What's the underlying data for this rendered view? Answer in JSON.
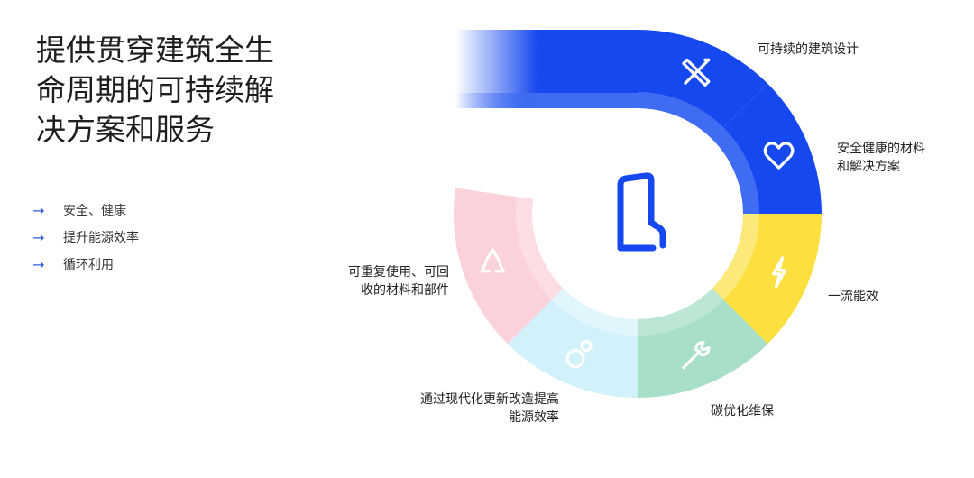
{
  "headline": [
    "提供贯穿建筑全生",
    "命周期的可持续解",
    "决方案和服务"
  ],
  "bullets": [
    {
      "icon": "arrow-right-icon",
      "label": "安全、健康"
    },
    {
      "icon": "arrow-right-icon",
      "label": "提升能源效率"
    },
    {
      "icon": "arrow-right-icon",
      "label": "循环利用"
    }
  ],
  "arrow_glyph": "→",
  "segments": [
    {
      "id": "design",
      "icon": "ruler-pencil-icon",
      "lines": [
        "可持续的建筑设计"
      ],
      "color": "#1548ee",
      "inner": "#3f6cf2"
    },
    {
      "id": "materials",
      "icon": "heart-icon",
      "lines": [
        "安全健康的材料",
        "和解决方案"
      ],
      "color": "#1548ee",
      "inner": "#3f6cf2"
    },
    {
      "id": "energy",
      "icon": "lightning-icon",
      "lines": [
        "一流能效"
      ],
      "color": "#fde03f",
      "inner": "#fde97a"
    },
    {
      "id": "maintenance",
      "icon": "wrench-icon",
      "lines": [
        "碳优化维保"
      ],
      "color": "#a8dfc8",
      "inner": "#bde7d5"
    },
    {
      "id": "retrofit",
      "icon": "gears-icon",
      "lines": [
        "通过现代化更新改造提高",
        "能源效率"
      ],
      "color": "#d2f1fb",
      "inner": "#e0f6fc"
    },
    {
      "id": "recycle",
      "icon": "recycle-icon",
      "lines": [
        "可重复使用、可回",
        "收的材料和部件"
      ],
      "color": "#fbd1da",
      "inner": "#fcdde3"
    }
  ],
  "logo_color": "#1548ee"
}
